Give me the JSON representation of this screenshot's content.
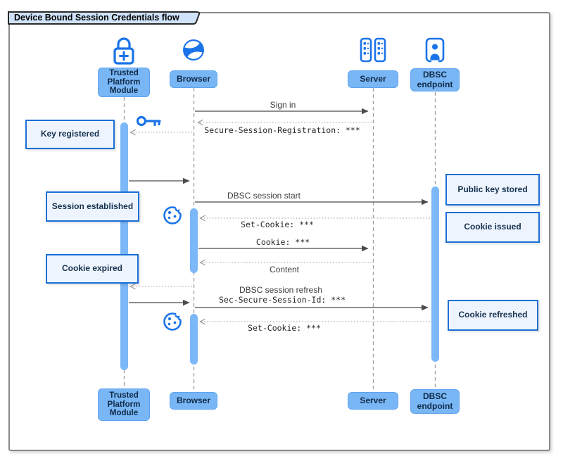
{
  "title": "Device Bound Session Credentials flow",
  "actors": {
    "tpm": {
      "label": "Trusted Platform Module",
      "icon": "lock-plus-icon"
    },
    "browser": {
      "label": "Browser",
      "icon": "globe-icon"
    },
    "server": {
      "label": "Server",
      "icon": "server-racks-icon"
    },
    "dbsc": {
      "label": "DBSC endpoint",
      "icon": "id-badge-icon"
    }
  },
  "messages": {
    "sign_in": "Sign in",
    "session_registration": "Secure-Session-Registration: ***",
    "dbsc_session_start": "DBSC session start",
    "set_cookie_1": "Set-Cookie: ***",
    "cookie": "Cookie: ***",
    "content": "Content",
    "dbsc_session_refresh": "DBSC session refresh",
    "sec_secure_session_id": "Sec-Secure-Session-Id: ***",
    "set_cookie_2": "Set-Cookie: ***"
  },
  "notes": {
    "key_registered": "Key registered",
    "session_established": "Session established",
    "cookie_expired": "Cookie expired",
    "public_key_stored": "Public key stored",
    "cookie_issued": "Cookie issued",
    "cookie_refreshed": "Cookie refreshed"
  },
  "decorations": [
    "key-icon",
    "cookie-icon",
    "cookie-icon"
  ],
  "colors": {
    "accent_blue": "#1a73e8",
    "actor_fill": "#79b6f5",
    "note_fill": "#edf4fe",
    "note_border": "#1b6fd6",
    "activation_fill": "#7cb8f7",
    "tab_fill": "#cfe2f8",
    "solid_arrow": "#4b4b4b",
    "dotted_arrow": "#9b9b9b"
  }
}
